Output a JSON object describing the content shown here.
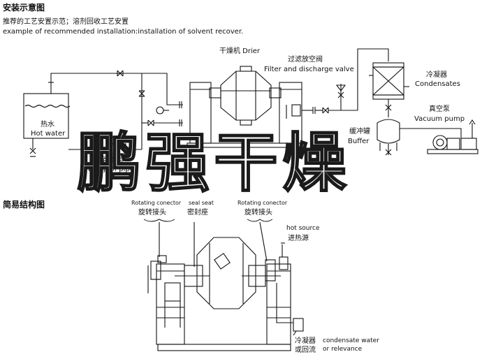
{
  "header": {
    "title": "安装示意图",
    "subtitle_cn": "推荐的工艺安置示范；溶剂回收工艺安置",
    "subtitle_en": "example of recommended installation:installation of solvent recover."
  },
  "install": {
    "drier_label": "干燥机 Drier",
    "valve_cn": "过滤放空阀",
    "valve_en": "Filter and discharge valve",
    "condenser_cn": "冷凝器",
    "condenser_en": "Condensates",
    "vacuum_cn": "真空泵",
    "vacuum_en": "Vacuum pump",
    "buffer_cn": "缓冲罐",
    "buffer_en": "Buffer",
    "hotwater_cn": "热水",
    "hotwater_en": "Hot water",
    "pump_cn": "管道泵",
    "pump_en": "Pump of pipes"
  },
  "structure": {
    "title": "简易结构图",
    "rot_left_en": "Rotating conector",
    "rot_left_cn": "旋转接头",
    "seal_en": "seal seat",
    "seal_cn": "密封座",
    "rot_right_en": "Rotating conector",
    "rot_right_cn": "旋转接头",
    "hot_en": "hot source",
    "hot_cn": "进热源",
    "cond_cn1": "冷凝器",
    "cond_cn2": "或回流",
    "cond_en1": "condensate water",
    "cond_en2": "or relevance"
  },
  "watermark": "鹏强干燥"
}
